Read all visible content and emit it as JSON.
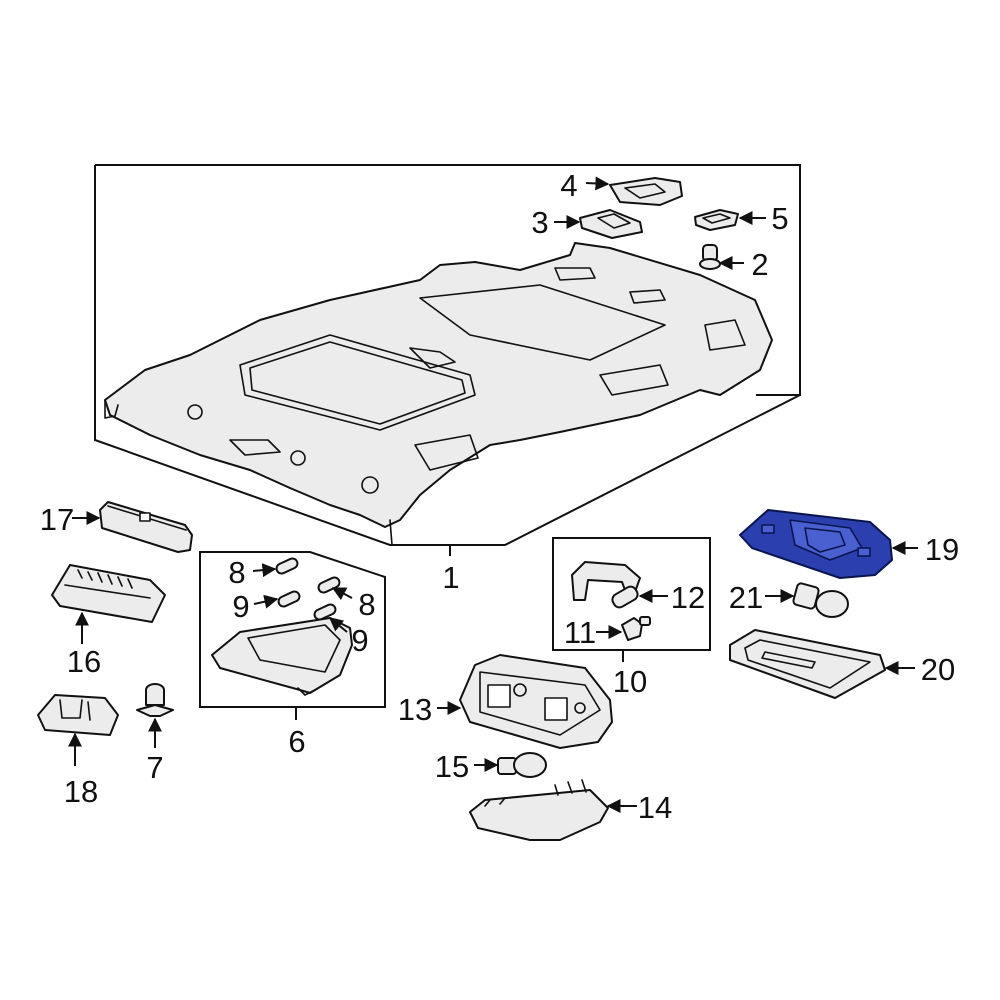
{
  "diagram": {
    "callouts": [
      {
        "id": "c1",
        "text": "1"
      },
      {
        "id": "c2",
        "text": "2"
      },
      {
        "id": "c3",
        "text": "3"
      },
      {
        "id": "c4",
        "text": "4"
      },
      {
        "id": "c5",
        "text": "5"
      },
      {
        "id": "c6",
        "text": "6"
      },
      {
        "id": "c7",
        "text": "7"
      },
      {
        "id": "c8a",
        "text": "8"
      },
      {
        "id": "c8b",
        "text": "8"
      },
      {
        "id": "c9a",
        "text": "9"
      },
      {
        "id": "c9b",
        "text": "9"
      },
      {
        "id": "c10",
        "text": "10"
      },
      {
        "id": "c11",
        "text": "11"
      },
      {
        "id": "c12",
        "text": "12"
      },
      {
        "id": "c13",
        "text": "13"
      },
      {
        "id": "c14",
        "text": "14"
      },
      {
        "id": "c15",
        "text": "15"
      },
      {
        "id": "c16",
        "text": "16"
      },
      {
        "id": "c17",
        "text": "17"
      },
      {
        "id": "c18",
        "text": "18"
      },
      {
        "id": "c19",
        "text": "19"
      },
      {
        "id": "c20",
        "text": "20"
      },
      {
        "id": "c21",
        "text": "21"
      }
    ],
    "highlighted_part": "19",
    "highlight_color": "#2c3fae"
  }
}
